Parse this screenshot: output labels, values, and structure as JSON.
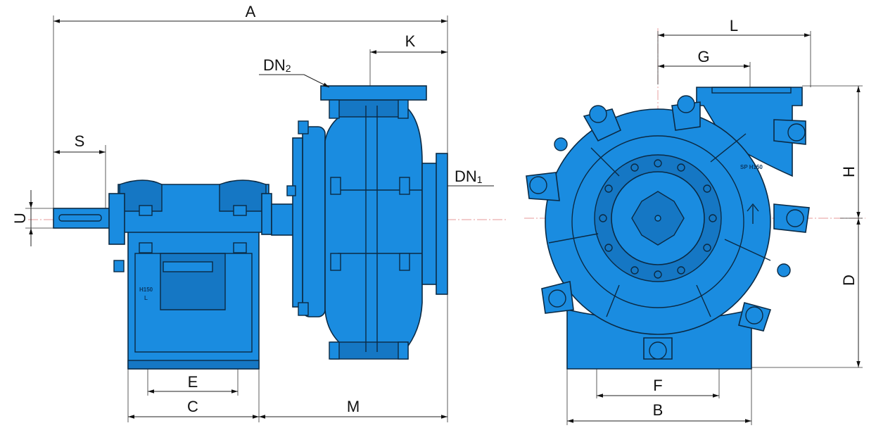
{
  "colors": {
    "pump_body": "#1a8ce0",
    "outline": "#0b2a44",
    "dimension_line": "#222222",
    "center_line": "#e07a7a"
  },
  "dimensions": {
    "A": "A",
    "S": "S",
    "U": "U",
    "K": "K",
    "DN2_main": "DN",
    "DN2_sub": "2",
    "DN1_main": "DN",
    "DN1_sub": "1",
    "E": "E",
    "C": "C",
    "M": "M",
    "L": "L",
    "G": "G",
    "H": "H",
    "D": "D",
    "F": "F",
    "B": "B"
  },
  "castings": {
    "bearing_mark_1": "H150",
    "bearing_mark_2": "L",
    "casing_mark": "SP H150"
  }
}
